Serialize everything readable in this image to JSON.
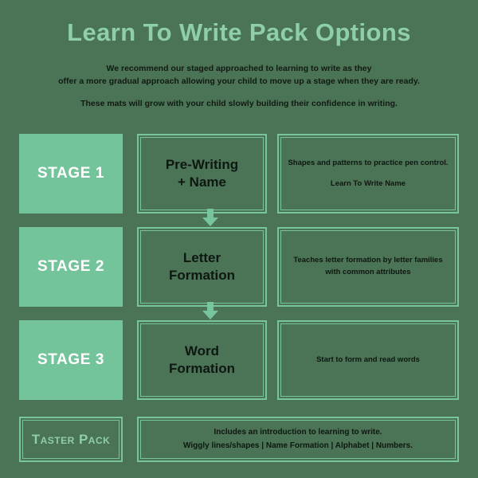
{
  "theme": {
    "background": "#4b7355",
    "accent_green": "#74c49b",
    "light_green": "#8ecfa9",
    "border_green": "#78c59d",
    "stage_text": "#ffffff",
    "body_text": "#0e1711"
  },
  "header": {
    "title": "Learn To Write Pack Options",
    "intro_line_1": "We recommend our staged approached to learning to write as they",
    "intro_line_2": "offer a more gradual approach allowing your child to move up a stage when they are ready.",
    "intro_line_3": "These mats will grow with your child slowly building their confidence in writing."
  },
  "rows": [
    {
      "stage_label": "STAGE 1",
      "focus": "Pre-Writing\n+ Name",
      "focus_line_1": "Pre-Writing",
      "focus_line_2": "+ Name",
      "description_main": "Shapes and patterns to practice pen control.",
      "description_sub": "Learn To Write Name",
      "arrow_after": true
    },
    {
      "stage_label": "STAGE 2",
      "focus": "Letter\nFormation",
      "focus_line_1": "Letter",
      "focus_line_2": "Formation",
      "description_main": "Teaches letter formation by letter families with common attributes",
      "description_sub": "",
      "arrow_after": true
    },
    {
      "stage_label": "STAGE 3",
      "focus": "Word\nFormation",
      "focus_line_1": "Word",
      "focus_line_2": "Formation",
      "description_main": "Start to form and read words",
      "description_sub": "",
      "arrow_after": false
    }
  ],
  "taster": {
    "label": "Taster Pack",
    "description_line_1": "Includes an introduction to learning to write.",
    "description_line_2": "Wiggly lines/shapes | Name Formation | Alphabet | Numbers."
  },
  "icons": {
    "arrow_down": "arrow-down-icon"
  }
}
